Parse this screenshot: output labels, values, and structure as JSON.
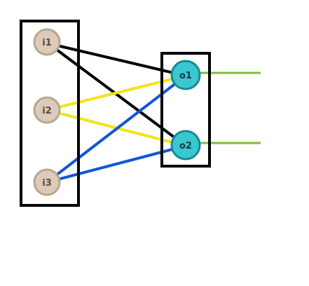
{
  "colors": {
    "group_border": "#000000",
    "input_fill": "#dbcbb8",
    "input_stroke": "#b9a58e",
    "input_text": "#5b4a39",
    "output_fill": "#3cc6cf",
    "output_stroke": "#178a93",
    "output_text": "#0b3c44",
    "output_line": "#7dbd3c"
  },
  "input_nodes": [
    {
      "id": "i1",
      "label": "i1"
    },
    {
      "id": "i2",
      "label": "i2"
    },
    {
      "id": "i3",
      "label": "i3"
    }
  ],
  "output_nodes": [
    {
      "id": "o1",
      "label": "o1"
    },
    {
      "id": "o2",
      "label": "o2"
    }
  ],
  "connections": [
    {
      "from": "i1",
      "to": "o1",
      "color": "#000000"
    },
    {
      "from": "i1",
      "to": "o2",
      "color": "#000000"
    },
    {
      "from": "i2",
      "to": "o1",
      "color": "#f2e418"
    },
    {
      "from": "i2",
      "to": "o2",
      "color": "#f2e418"
    },
    {
      "from": "i3",
      "to": "o1",
      "color": "#1156d8"
    },
    {
      "from": "i3",
      "to": "o2",
      "color": "#1156d8"
    }
  ]
}
